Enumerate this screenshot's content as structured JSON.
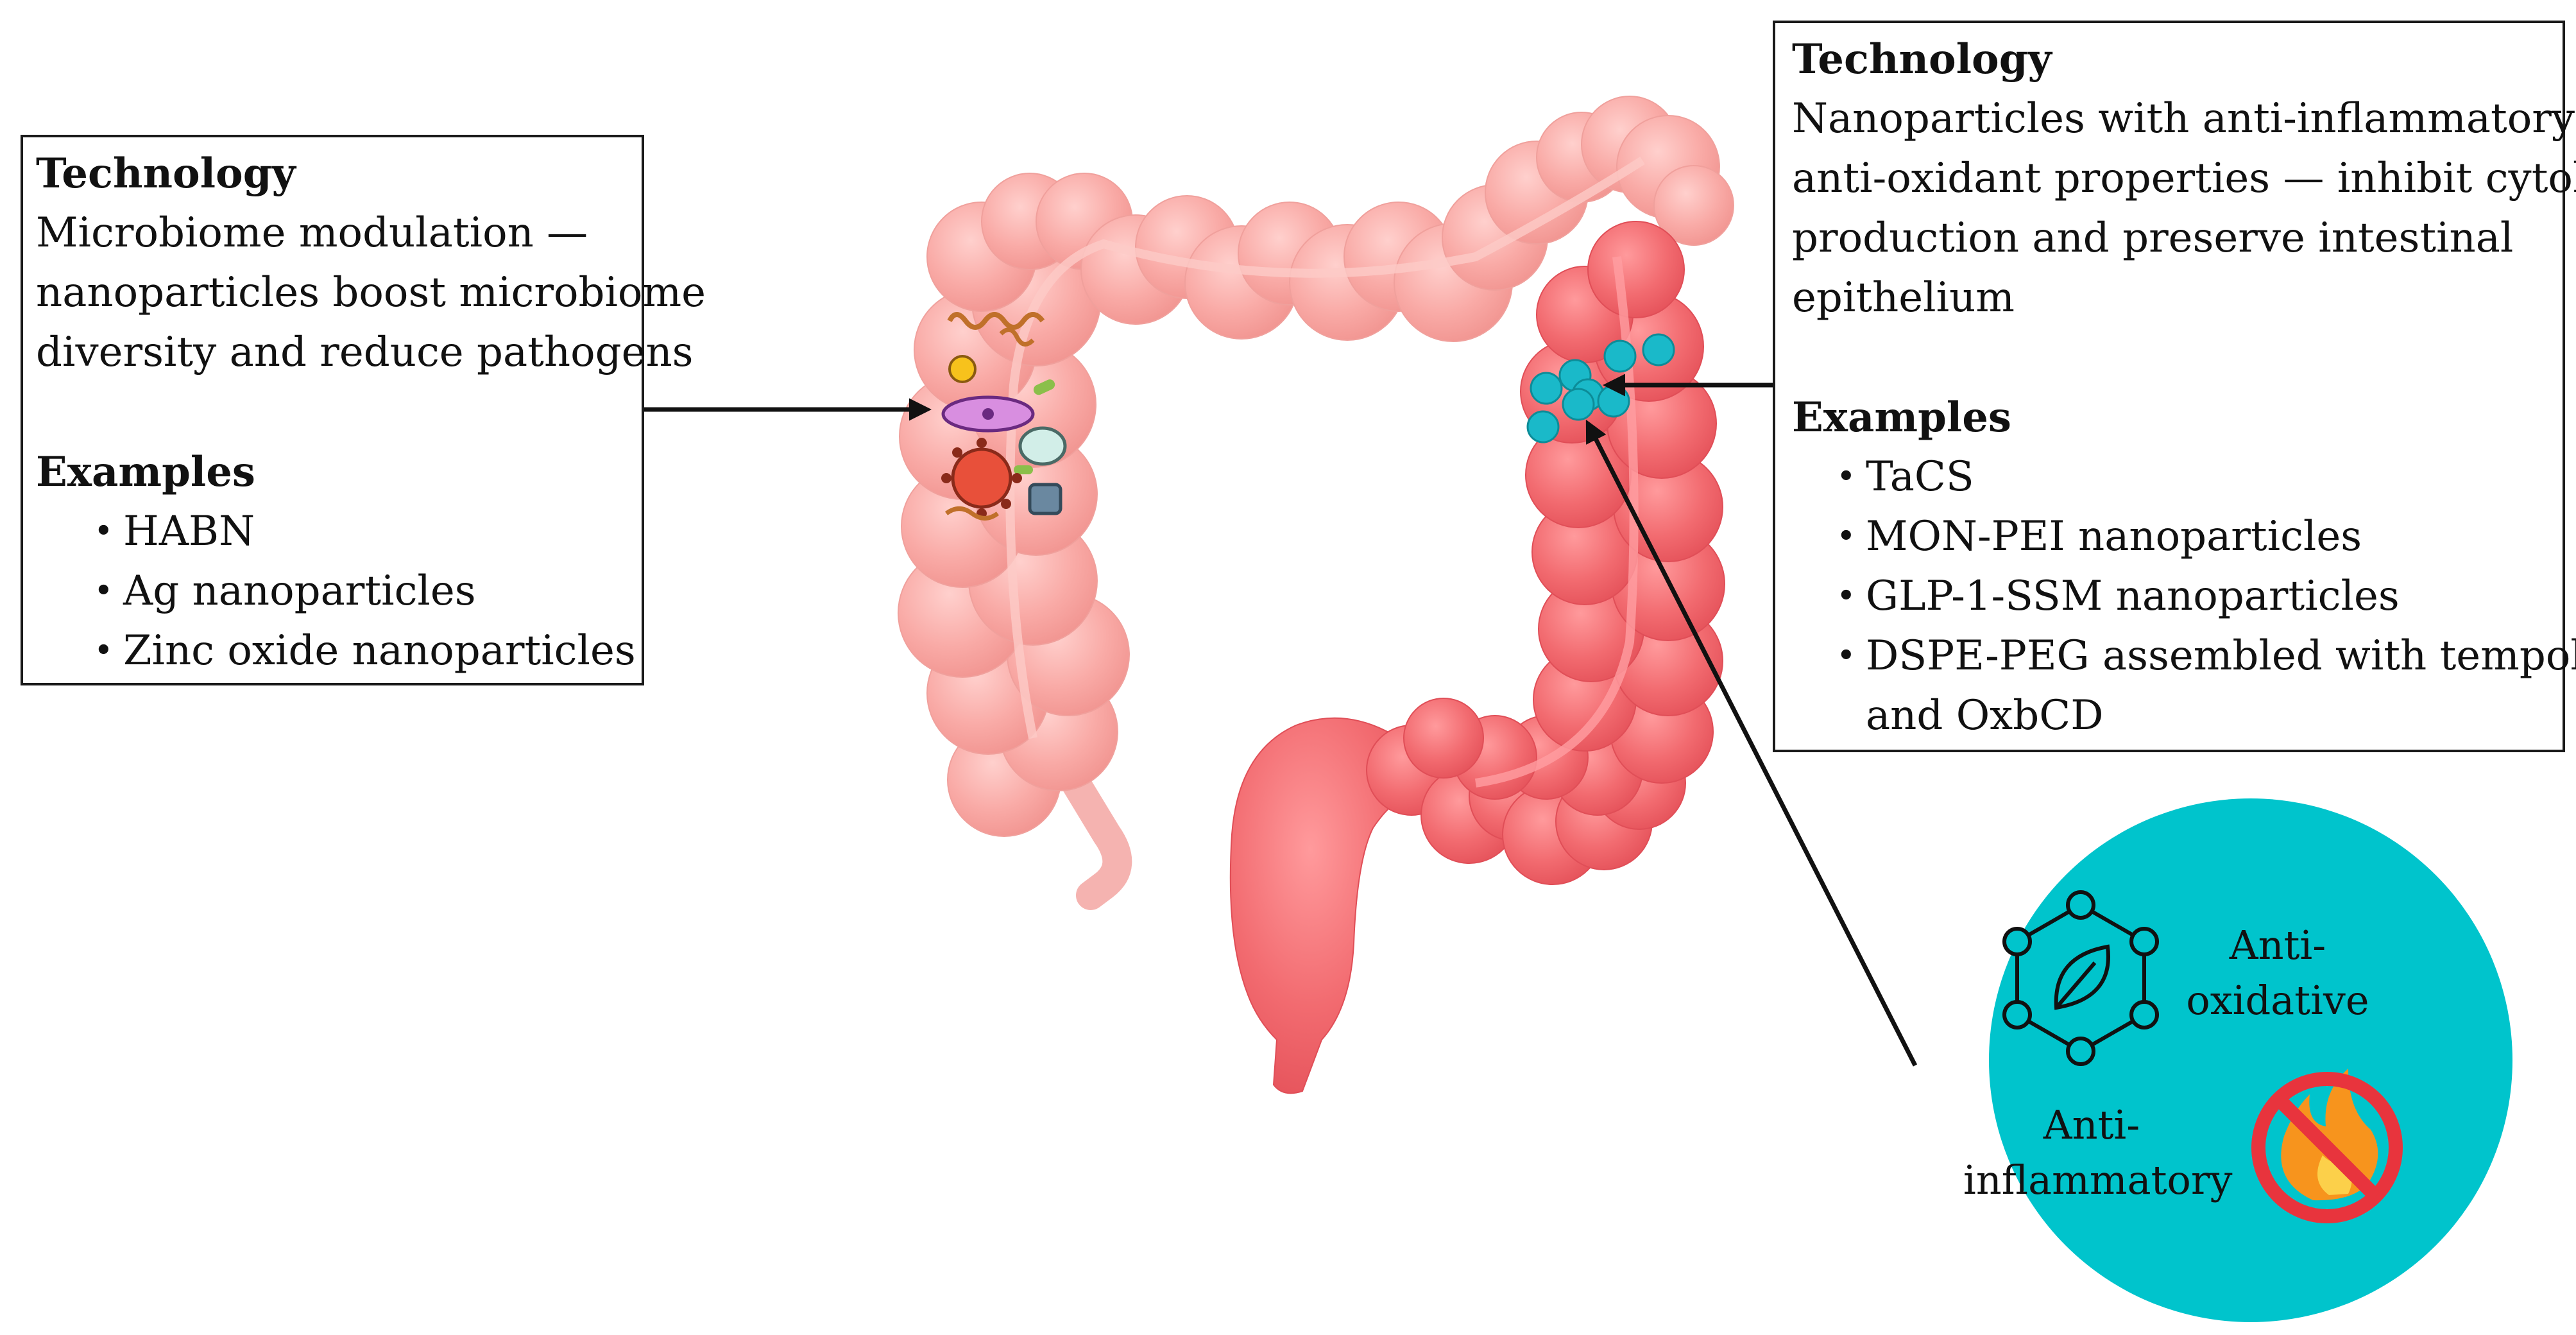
{
  "left_box": {
    "heading": "Technology",
    "lines": [
      "Microbiome modulation —",
      "nanoparticles boost microbiome",
      "diversity and reduce pathogens"
    ],
    "examples_heading": "Examples",
    "examples": [
      "HABN",
      "Ag nanoparticles",
      "Zinc oxide nanoparticles"
    ]
  },
  "right_box": {
    "heading": "Technology",
    "lines": [
      "Nanoparticles with anti-inflammatory and",
      "anti-oxidant properties — inhibit cytokine",
      "production and preserve intestinal",
      "epithelium"
    ],
    "examples_heading": "Examples",
    "examples": [
      "TaCS",
      "MON-PEI nanoparticles",
      "GLP-1-SSM nanoparticles",
      "DSPE-PEG assembled with tempol",
      "and OxbCD"
    ]
  },
  "circle": {
    "antioxidative_line1": "Anti-",
    "antioxidative_line2": "oxidative",
    "antiinflammatory_line1": "Anti-",
    "antiinflammatory_line2": "inflammatory"
  },
  "colors": {
    "colon_light": "#f7a3a0",
    "colon_dark": "#f0666b",
    "nanoparticle": "#1ab9c9",
    "circle": "#00c4cc",
    "prohibit_red": "#e8343d",
    "flame_orange": "#f7941d"
  },
  "icons": [
    "hexagon-leaf-icon",
    "no-fire-icon",
    "microbe-icon",
    "nanoparticle-icon"
  ]
}
